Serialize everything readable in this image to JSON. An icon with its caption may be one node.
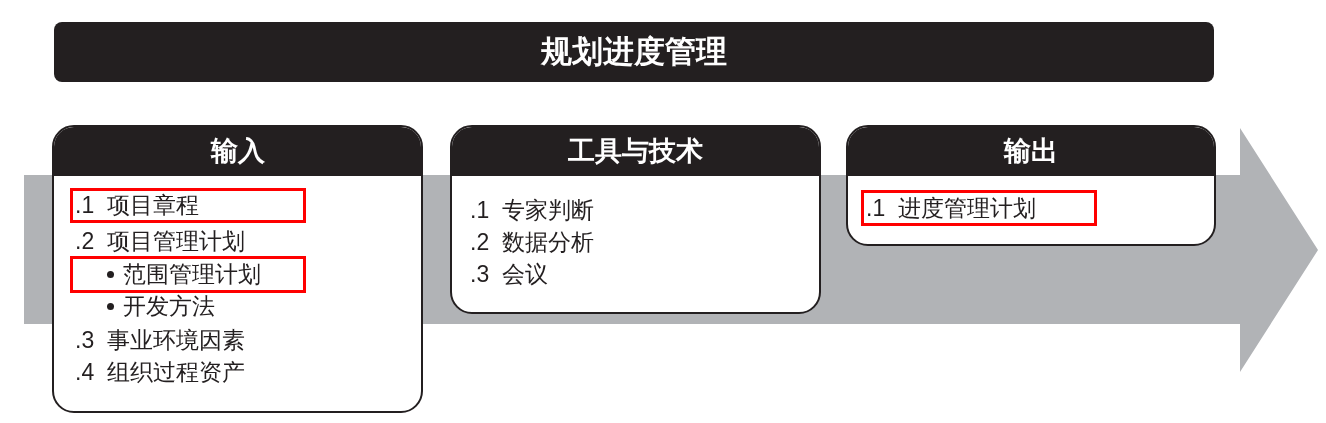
{
  "diagram": {
    "title": "规划进度管理",
    "nodes": [
      {
        "text": [
          "输入",
          ".2 项目管理计划",
          "开发方法",
          ".3 事业环境因素",
          ".4 组织过程资产"
        ]
      },
      {
        "text": [
          ".1 项目章程"
        ],
        "in": 0
      },
      {
        "text": [
          "范围管理计划"
        ],
        "in": 0
      },
      {
        "text": [
          "工具与技术",
          ".1 专家判断",
          ".2 数据分析",
          ".3 会议"
        ]
      },
      {
        "text": [
          "输出"
        ]
      },
      {
        "text": [
          ".1 进度管理计划"
        ],
        "in": 4
      }
    ]
  }
}
